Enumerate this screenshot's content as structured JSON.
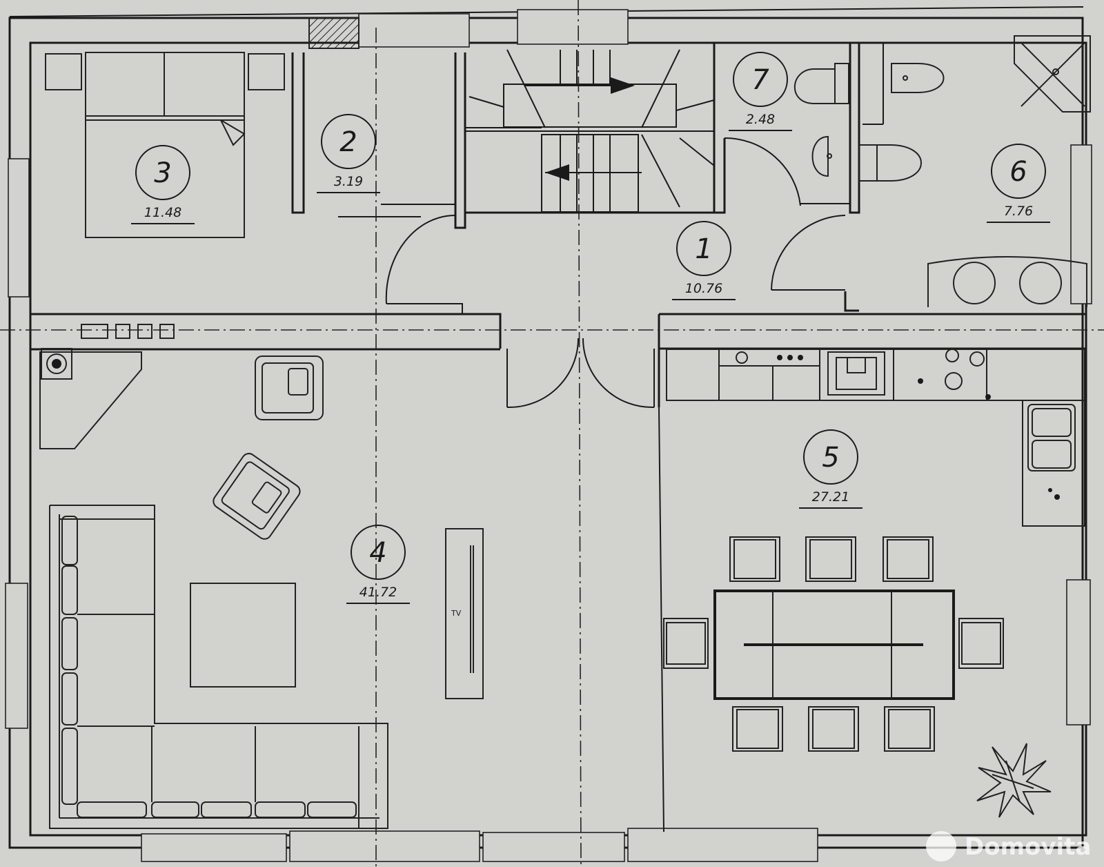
{
  "rooms": [
    {
      "number": "1",
      "area": "10.76"
    },
    {
      "number": "2",
      "area": "3.19"
    },
    {
      "number": "3",
      "area": "11.48"
    },
    {
      "number": "4",
      "area": "41.72"
    },
    {
      "number": "5",
      "area": "27.21"
    },
    {
      "number": "6",
      "area": "7.76"
    },
    {
      "number": "7",
      "area": "2.48"
    }
  ],
  "tv_label": "TV",
  "watermark": "Domovita",
  "colors": {
    "background": "#d2d2cf",
    "lines": "#1a1a1a"
  }
}
